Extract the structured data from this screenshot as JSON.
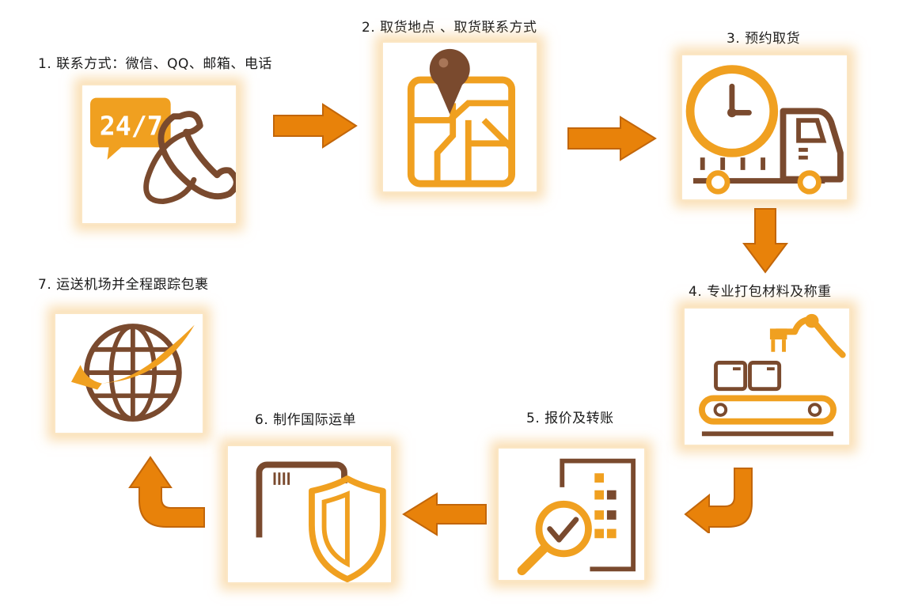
{
  "steps": [
    {
      "label": "1. 联系方式：微信、QQ、邮箱、电话",
      "icon": "phone-24-7-icon"
    },
    {
      "label": "2. 取货地点 、取货联系方式",
      "icon": "map-pin-icon"
    },
    {
      "label": "3. 预约取货",
      "icon": "clock-truck-icon"
    },
    {
      "label": "4. 专业打包材料及称重",
      "icon": "conveyor-robot-arm-icon"
    },
    {
      "label": "5. 报价及转账",
      "icon": "magnifier-checklist-icon"
    },
    {
      "label": "6. 制作国际运单",
      "icon": "package-shield-icon"
    },
    {
      "label": "7. 运送机场并全程跟踪包裹",
      "icon": "globe-arrow-icon"
    }
  ],
  "badge_text": "24/7",
  "colors": {
    "orange": "#f0a020",
    "brown": "#7a4a2e",
    "arrow_orange": "#e8820a",
    "glow": "#f5c478"
  }
}
